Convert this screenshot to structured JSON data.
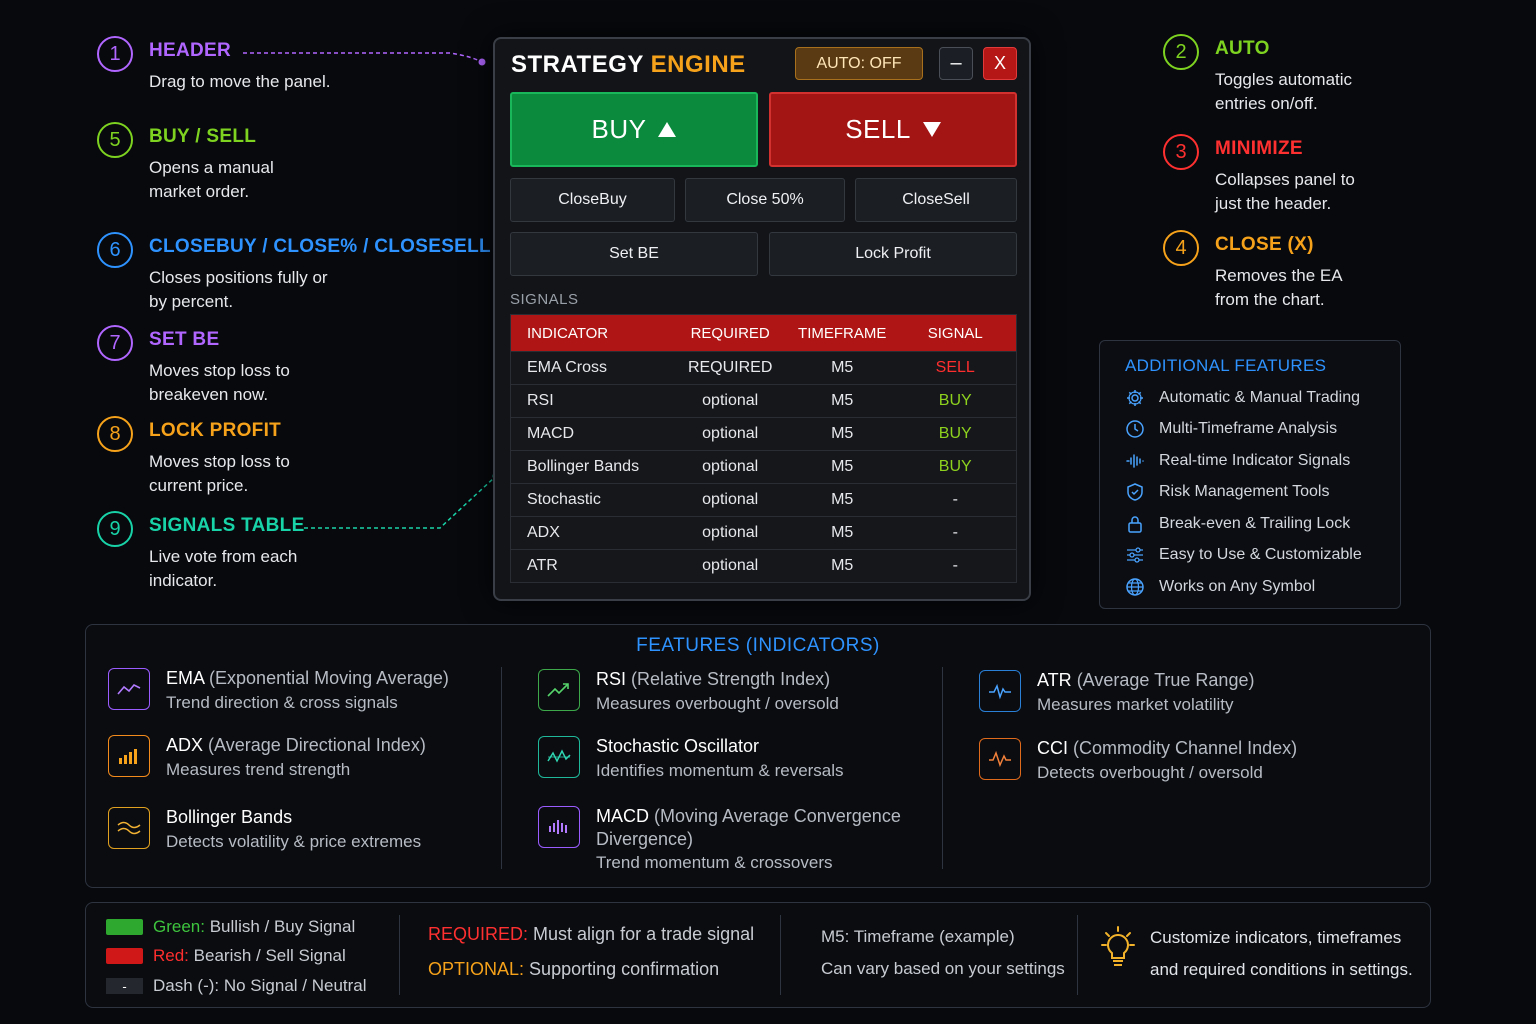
{
  "annotations": {
    "header": {
      "number": "1",
      "title": "HEADER",
      "desc": "Drag to move the panel."
    },
    "buy_sell": {
      "number": "5",
      "title": "BUY / SELL",
      "desc": "Opens a manual market order."
    },
    "close_group": {
      "number": "6",
      "title": "CLOSEBUY / CLOSE% / CLOSESELL",
      "desc": "Closes positions fully or by percent."
    },
    "set_be": {
      "number": "7",
      "title": "SET BE",
      "desc": "Moves stop loss to breakeven now."
    },
    "lock_profit": {
      "number": "8",
      "title": "LOCK PROFIT",
      "desc": "Moves stop loss to current price."
    },
    "signals_table": {
      "number": "9",
      "title": "SIGNALS TABLE",
      "desc": "Live vote from each indicator."
    },
    "auto": {
      "number": "2",
      "title": "AUTO",
      "desc": "Toggles automatic entries on/off."
    },
    "minimize": {
      "number": "3",
      "title": "MINIMIZE",
      "desc": "Collapses panel to just the header."
    },
    "close": {
      "number": "4",
      "title": "CLOSE (X)",
      "desc": "Removes the EA from the chart."
    }
  },
  "panel": {
    "title_part1": "STRATEGY",
    "title_part2": "ENGINE",
    "auto_label": "AUTO: OFF",
    "minimize_label": "–",
    "close_label": "X",
    "buy_label": "BUY",
    "sell_label": "SELL",
    "close_buy_label": "CloseBuy",
    "close_half_label": "Close 50%",
    "close_sell_label": "CloseSell",
    "set_be_label": "Set BE",
    "lock_profit_label": "Lock Profit",
    "signals_label": "SIGNALS",
    "columns": [
      "INDICATOR",
      "REQUIRED",
      "TIMEFRAME",
      "SIGNAL"
    ],
    "rows": [
      {
        "indicator": "EMA Cross",
        "required": "REQUIRED",
        "timeframe": "M5",
        "signal": "SELL"
      },
      {
        "indicator": "RSI",
        "required": "optional",
        "timeframe": "M5",
        "signal": "BUY"
      },
      {
        "indicator": "MACD",
        "required": "optional",
        "timeframe": "M5",
        "signal": "BUY"
      },
      {
        "indicator": "Bollinger Bands",
        "required": "optional",
        "timeframe": "M5",
        "signal": "BUY"
      },
      {
        "indicator": "Stochastic",
        "required": "optional",
        "timeframe": "M5",
        "signal": "-"
      },
      {
        "indicator": "ADX",
        "required": "optional",
        "timeframe": "M5",
        "signal": "-"
      },
      {
        "indicator": "ATR",
        "required": "optional",
        "timeframe": "M5",
        "signal": "-"
      }
    ]
  },
  "additional_features": {
    "title": "ADDITIONAL FEATURES",
    "items": [
      {
        "icon": "gear-icon",
        "label": "Automatic & Manual Trading"
      },
      {
        "icon": "clock-icon",
        "label": "Multi-Timeframe Analysis"
      },
      {
        "icon": "signal-icon",
        "label": "Real-time Indicator Signals"
      },
      {
        "icon": "shield-icon",
        "label": "Risk Management Tools"
      },
      {
        "icon": "lock-icon",
        "label": "Break-even & Trailing Lock"
      },
      {
        "icon": "sliders-icon",
        "label": "Easy to Use & Customizable"
      },
      {
        "icon": "globe-icon",
        "label": "Works on Any Symbol"
      }
    ]
  },
  "features": {
    "title": "FEATURES (INDICATORS)",
    "items": [
      {
        "icon": "line-chart-icon",
        "name": "EMA",
        "full": "(Exponential Moving Average)",
        "desc": "Trend direction & cross signals"
      },
      {
        "icon": "bar-chart-icon",
        "name": "ADX",
        "full": "(Average Directional Index)",
        "desc": "Measures trend strength"
      },
      {
        "icon": "bands-icon",
        "name": "Bollinger Bands",
        "full": "",
        "desc": "Detects volatility & price extremes"
      },
      {
        "icon": "trend-up-icon",
        "name": "RSI",
        "full": "(Relative Strength Index)",
        "desc": "Measures overbought / oversold"
      },
      {
        "icon": "oscillator-icon",
        "name": "Stochastic Oscillator",
        "full": "",
        "desc": "Identifies momentum & reversals"
      },
      {
        "icon": "histogram-icon",
        "name": "MACD",
        "full": "(Moving Average Convergence",
        "full2": "Divergence)",
        "desc": "Trend momentum & crossovers"
      },
      {
        "icon": "pulse-icon",
        "name": "ATR",
        "full": "(Average True Range)",
        "desc": "Measures market volatility"
      },
      {
        "icon": "wave-icon",
        "name": "CCI",
        "full": "(Commodity Channel Index)",
        "desc": "Detects overbought / oversold"
      }
    ]
  },
  "legend": {
    "green_key": "Green:",
    "green_text": "Bullish / Buy Signal",
    "red_key": "Red:",
    "red_text": "Bearish / Sell Signal",
    "dash_swatch": "-",
    "dash_text": "Dash (-): No Signal / Neutral",
    "required_key": "REQUIRED:",
    "required_text": "Must align for a trade signal",
    "optional_key": "OPTIONAL:",
    "optional_text": "Supporting confirmation",
    "tf_line1": "M5: Timeframe (example)",
    "tf_line2": "Can vary based on your settings",
    "tip_line1": "Customize indicators, timeframes",
    "tip_line2": "and required conditions in settings."
  },
  "colors": {
    "purple": "#b066ff",
    "green": "#7ed321",
    "blue": "#2f93ff",
    "teal": "#19d3a8",
    "orange": "#f6a21a",
    "red": "#ff3030",
    "lime": "#8ed21e"
  }
}
